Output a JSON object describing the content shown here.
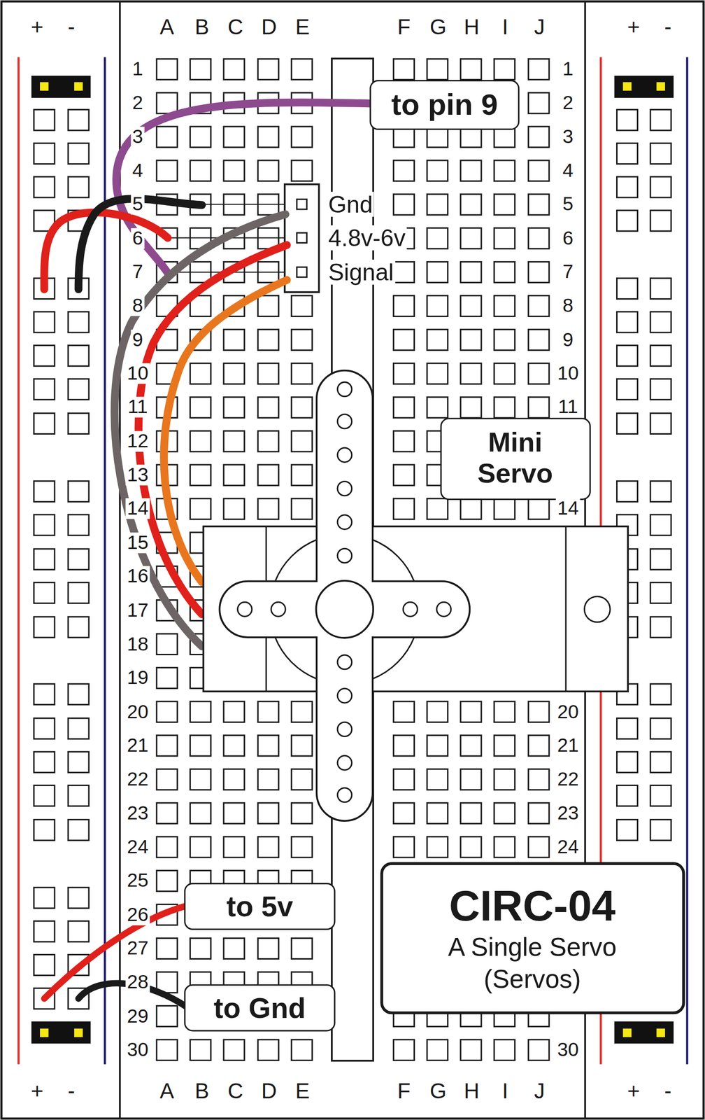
{
  "diagram": {
    "nodes": [
      {
        "text": [
          "to pin 9"
        ]
      },
      {
        "text": [
          "Mini Servo"
        ]
      },
      {
        "text": [
          "CIRC-04",
          "A Single Servo (Servos)"
        ]
      },
      {
        "text": [
          "to 5v"
        ]
      },
      {
        "text": [
          "to Gnd"
        ]
      }
    ],
    "labels": [
      "+",
      "-",
      "A",
      "B",
      "C",
      "D",
      "E",
      "F",
      "G",
      "H",
      "I",
      "J",
      "+",
      "-",
      "1",
      "2",
      "3",
      "4",
      "5",
      "6",
      "7",
      "8",
      "9",
      "10",
      "11",
      "12",
      "13",
      "14",
      "15",
      "16",
      "17",
      "18",
      "19",
      "20",
      "21",
      "22",
      "23",
      "24",
      "25",
      "26",
      "27",
      "28",
      "29",
      "30",
      "1",
      "2",
      "3",
      "4",
      "5",
      "6",
      "7",
      "8",
      "9",
      "10",
      "11",
      "14",
      "20",
      "21",
      "22",
      "23",
      "24",
      "30",
      "Gnd",
      "4.8v-6v",
      "Signal",
      "+",
      "-",
      "A",
      "B",
      "C",
      "D",
      "E",
      "F",
      "G",
      "H",
      "I",
      "J",
      "+",
      "-"
    ]
  }
}
